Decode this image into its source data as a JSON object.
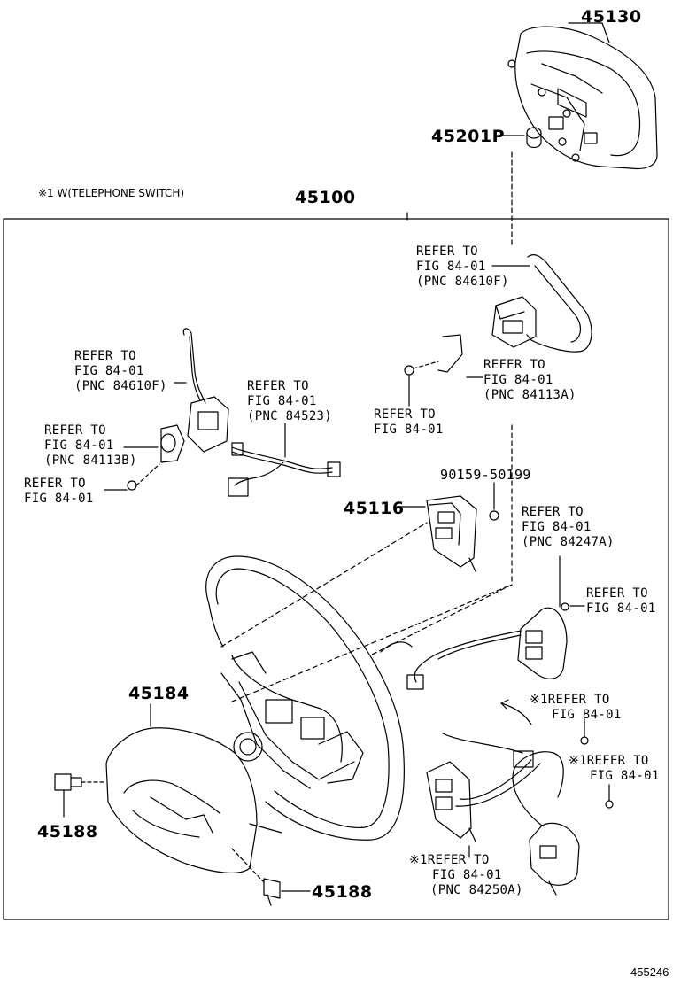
{
  "note": "※1 W(TELEPHONE SWITCH)",
  "diagram_id": "455246",
  "part_numbers": {
    "p45130": "45130",
    "p45201P": "45201P",
    "p45100": "45100",
    "p45116": "45116",
    "p90159": "90159-50199",
    "p45184": "45184",
    "p45188a": "45188",
    "p45188b": "45188"
  },
  "refs": {
    "r1": [
      "REFER TO",
      "FIG 84-01",
      "(PNC 84610F)"
    ],
    "r2": [
      "REFER TO",
      "FIG 84-01",
      "(PNC 84113A)"
    ],
    "r3": [
      "REFER TO",
      "FIG 84-01"
    ],
    "r4": [
      "REFER TO",
      "FIG 84-01",
      "(PNC 84610F)"
    ],
    "r5": [
      "REFER TO",
      "FIG 84-01",
      "(PNC 84523)"
    ],
    "r6": [
      "REFER TO",
      "FIG 84-01",
      "(PNC 84113B)"
    ],
    "r7": [
      "REFER TO",
      "FIG 84-01"
    ],
    "r8": [
      "REFER TO",
      "FIG 84-01",
      "(PNC 84247A)"
    ],
    "r9": [
      "REFER TO",
      "FIG 84-01"
    ],
    "r10": [
      "※1REFER TO",
      "FIG 84-01"
    ],
    "r11": [
      "※1REFER TO",
      "FIG 84-01"
    ],
    "r12": [
      "※1REFER TO",
      "FIG 84-01",
      "(PNC 84250A)"
    ]
  }
}
